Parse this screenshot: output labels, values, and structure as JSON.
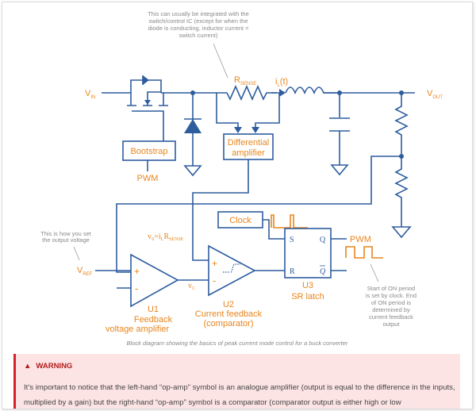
{
  "diagram": {
    "notes": {
      "top": [
        "This can usually be integrated with the",
        "switch/control IC (except for when the",
        "diode is conducting, inductor current =",
        "switch current)"
      ],
      "vref": [
        "This is how you set",
        "the output voltage"
      ],
      "pwm": [
        "Start of ON period",
        "is set by clock. End",
        "of ON period is",
        "determined by",
        "current feedback",
        "output"
      ]
    },
    "labels": {
      "vin": "V",
      "vin_sub": "IN",
      "vout": "V",
      "vout_sub": "OUT",
      "vref": "V",
      "vref_sub": "REF",
      "rsense": "R",
      "rsense_sub": "SENSE",
      "il": "i",
      "il_sub": "L",
      "il_tail": "(t)",
      "bootstrap": "Bootstrap",
      "pwm_in": "PWM",
      "diff_amp_1": "Differential",
      "diff_amp_2": "amplifier",
      "clock": "Clock",
      "pwm_out": "PWM",
      "vs_eq": "v",
      "vs_sub": "S",
      "vs_eq2": "=i",
      "vs_sub2": "L",
      "vs_eq3": "R",
      "vs_sub3": "SENSE",
      "vc": "v",
      "vc_sub": "C",
      "latch_s": "S",
      "latch_r": "R",
      "latch_q": "Q",
      "latch_qbar": "Q",
      "u1": "U1",
      "u1_desc1": "Feedback",
      "u1_desc2": "voltage amplifier",
      "u2": "U2",
      "u2_desc1": "Current feedback",
      "u2_desc2": "(comparator)",
      "u3": "U3",
      "u3_desc": "SR latch",
      "plus": "+",
      "minus": "-"
    }
  },
  "caption": "Block diagram showing the basics of peak current mode control for a buck converter",
  "warning": {
    "icon": "warning-triangle-icon",
    "title": "WARNING",
    "body": "It’s important to notice that the left-hand “op-amp” symbol is an analogue amplifier (output is equal to the difference in the inputs, multiplied by a gain) but the right-hand “op-amp” symbol is a comparator (comparator output is either high or low"
  },
  "colors": {
    "wire": "#2e5d9e",
    "label": "#e8861e",
    "warning_bg": "#fde4e4",
    "warning_border": "#d9202a"
  }
}
